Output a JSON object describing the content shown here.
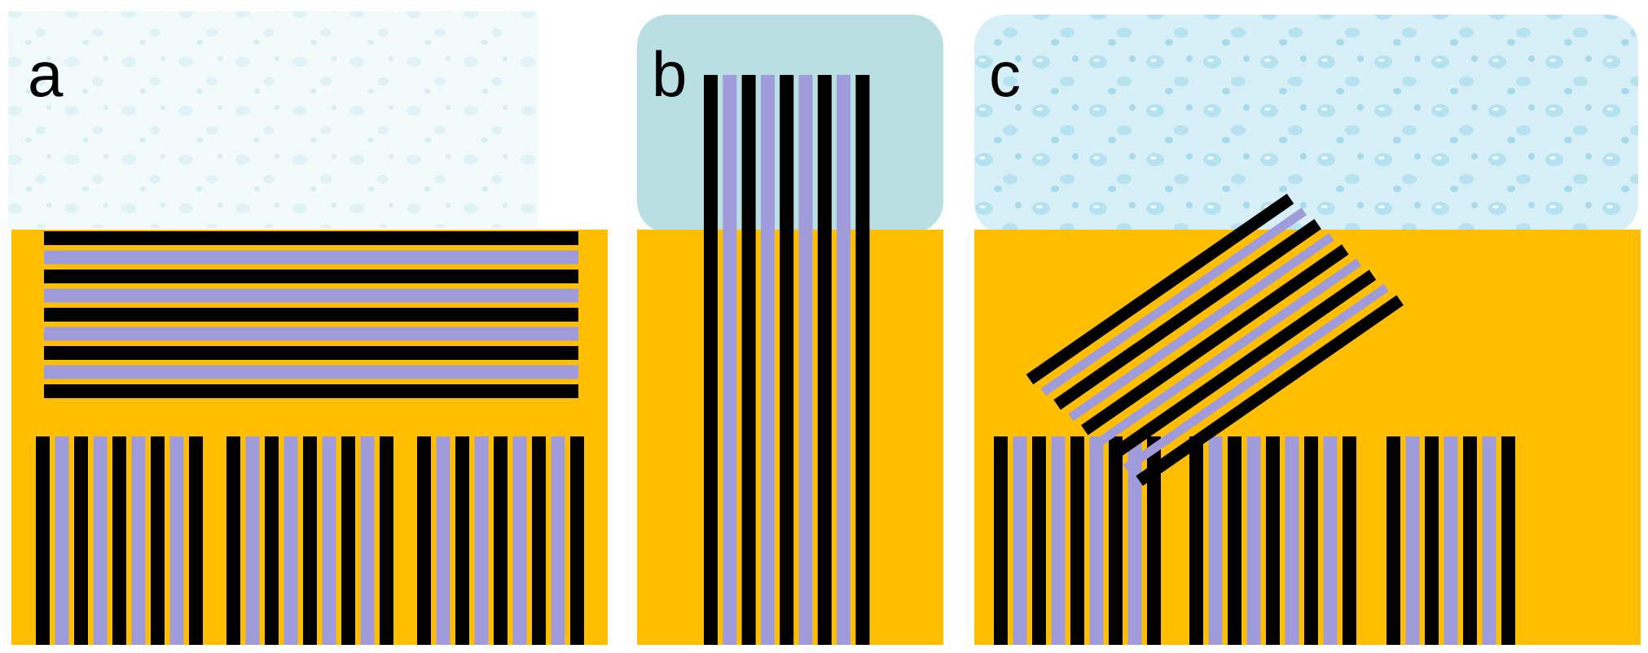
{
  "colors": {
    "substrate": "#FFBF00",
    "black_layer": "#000000",
    "purple_layer": "#A09CDC",
    "water_light": "#E9F6FA",
    "water_drop": "#BFE7F2",
    "water_panel_c": "#D5EEF6",
    "water_b": "#B9DFE2"
  },
  "panels": [
    {
      "id": "a",
      "label": "a",
      "water": "droplets-faint"
    },
    {
      "id": "b",
      "label": "b",
      "water": "teal-block"
    },
    {
      "id": "c",
      "label": "c",
      "water": "droplets"
    }
  ],
  "icons": [
    "water-droplet-texture"
  ]
}
